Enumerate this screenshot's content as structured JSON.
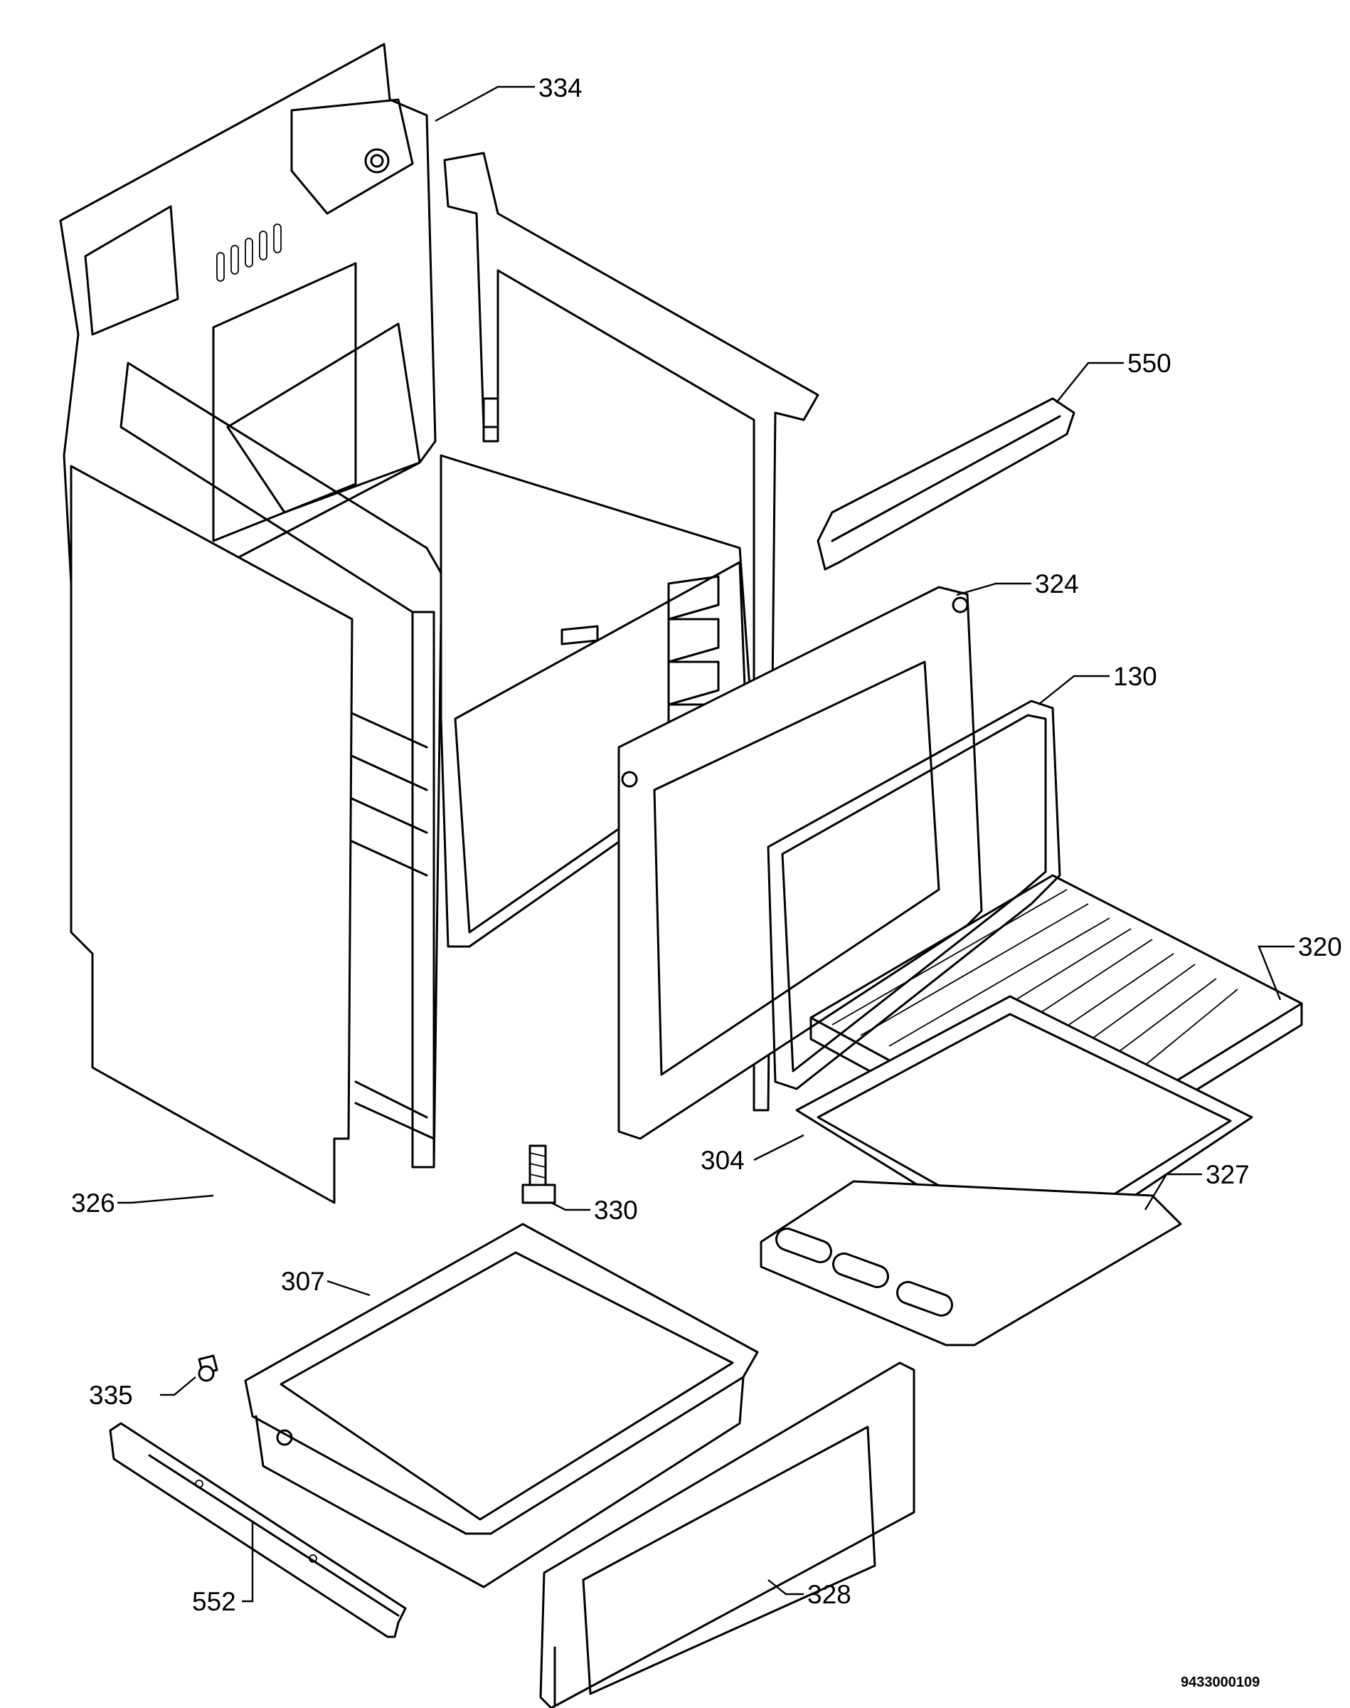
{
  "callouts": [
    {
      "id": "334",
      "label": "334"
    },
    {
      "id": "550",
      "label": "550"
    },
    {
      "id": "324",
      "label": "324"
    },
    {
      "id": "130",
      "label": "130"
    },
    {
      "id": "320",
      "label": "320"
    },
    {
      "id": "304",
      "label": "304"
    },
    {
      "id": "327",
      "label": "327"
    },
    {
      "id": "326",
      "label": "326"
    },
    {
      "id": "330",
      "label": "330"
    },
    {
      "id": "307",
      "label": "307"
    },
    {
      "id": "335",
      "label": "335"
    },
    {
      "id": "552",
      "label": "552"
    },
    {
      "id": "328",
      "label": "328"
    }
  ],
  "document_number": "9433000109"
}
